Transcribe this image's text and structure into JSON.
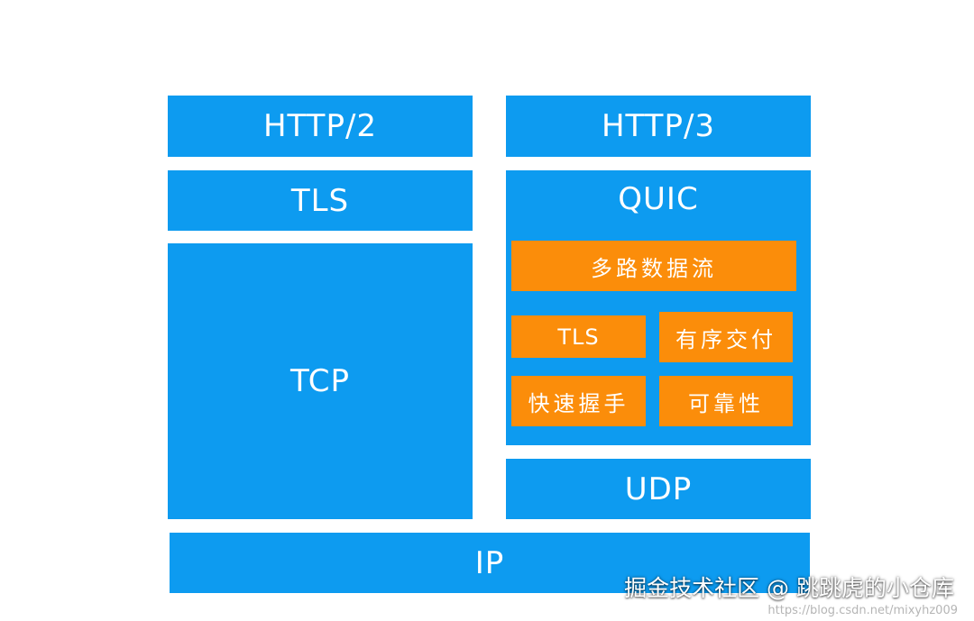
{
  "diagram": {
    "left_stack": {
      "http2": "HTTP/2",
      "tls": "TLS",
      "tcp": "TCP"
    },
    "right_stack": {
      "http3": "HTTP/3",
      "quic": {
        "title": "QUIC",
        "multiplex": "多路数据流",
        "tls": "TLS",
        "ordered_delivery": "有序交付",
        "fast_handshake": "快速握手",
        "reliability": "可靠性"
      },
      "udp": "UDP"
    },
    "ip": "IP"
  },
  "watermark": {
    "text": "掘金技术社区 @ 跳跳虎的小仓库",
    "url": "https://blog.csdn.net/mixyhz009"
  },
  "colors": {
    "layer_blue": "#0d9bf0",
    "feature_orange": "#fb8d0a",
    "text": "#ffffff"
  }
}
